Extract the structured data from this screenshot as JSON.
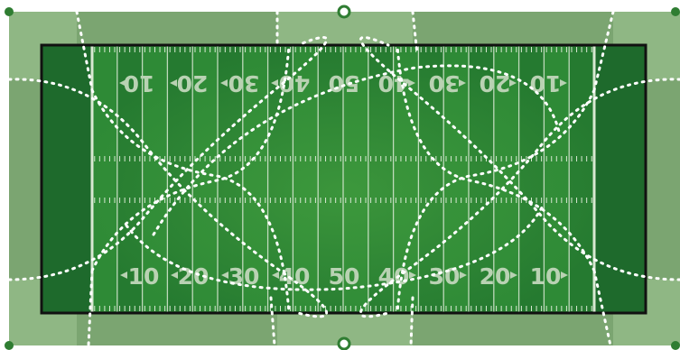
{
  "colors": {
    "page_bg": "#ffffff",
    "outer_light": "#8fb784",
    "outer_dark": "#7ba571",
    "endzone": "#1e6a2c",
    "field_light": "#2e8a36",
    "field_dark": "#257a30",
    "center_glow": "#3f9a3d",
    "yard_line": "#d8e8d2",
    "number_color": "#b9d2b3",
    "border": "#111111",
    "dotted_line": "#ffffff",
    "marker": "#2f7d32"
  },
  "yard_numbers": {
    "top": [
      "10",
      "20",
      "30",
      "40",
      "50",
      "40",
      "30",
      "20",
      "10"
    ],
    "bottom": [
      "10",
      "20",
      "30",
      "40",
      "50",
      "40",
      "30",
      "20",
      "10"
    ]
  },
  "markers": [
    "corner-marker",
    "midfield-marker"
  ]
}
